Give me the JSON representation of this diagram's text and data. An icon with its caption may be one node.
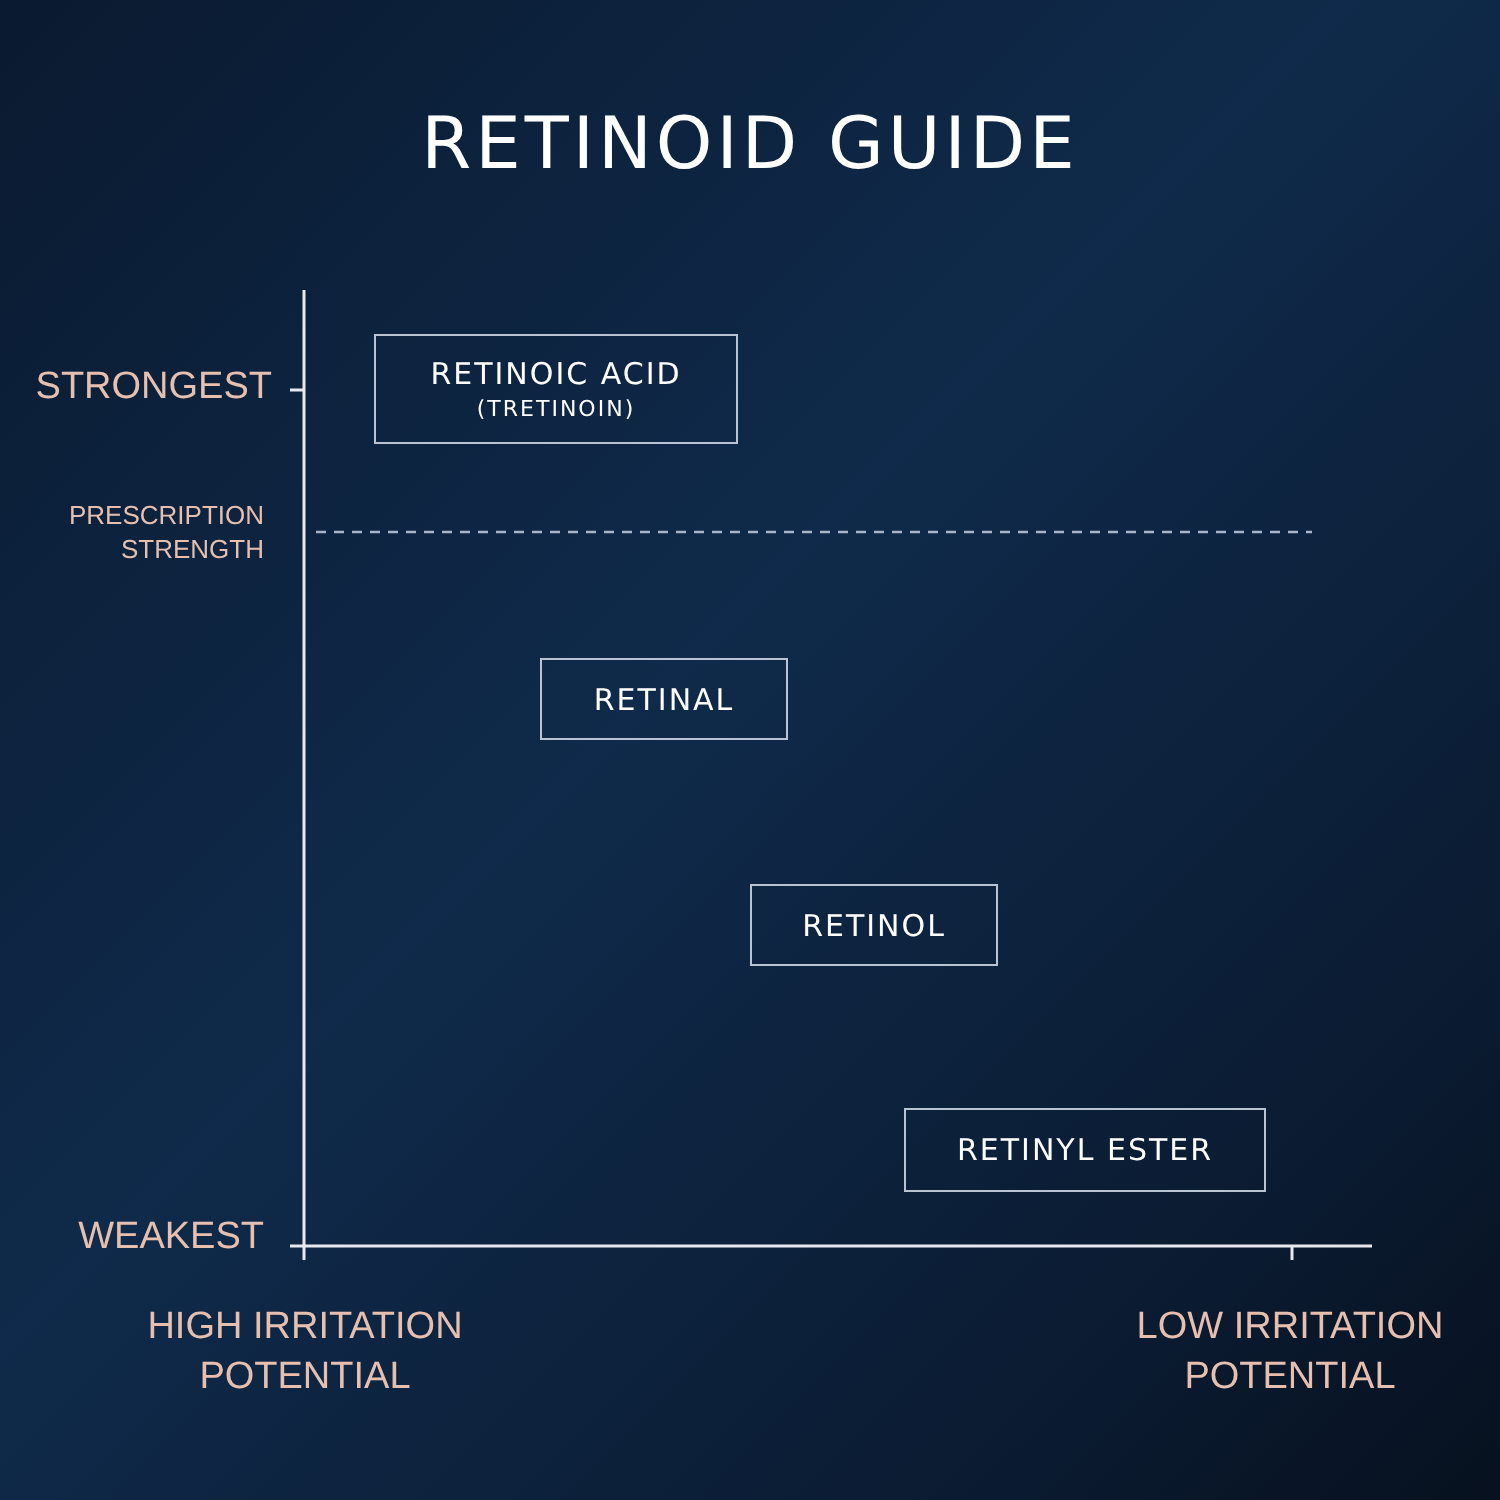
{
  "diagram": {
    "title": "RETINOID GUIDE",
    "nodes": [
      {
        "text": [
          "RETINOIC ACID",
          "(TRETINOIN)"
        ]
      },
      {
        "text": [
          "RETINAL"
        ]
      },
      {
        "text": [
          "RETINOL"
        ]
      },
      {
        "text": [
          "RETINYL ESTER"
        ]
      }
    ],
    "labels": [
      "STRONGEST",
      "PRESCRIPTION STRENGTH",
      "WEAKEST",
      "HIGH IRRITATION POTENTIAL",
      "LOW IRRITATION POTENTIAL"
    ]
  }
}
